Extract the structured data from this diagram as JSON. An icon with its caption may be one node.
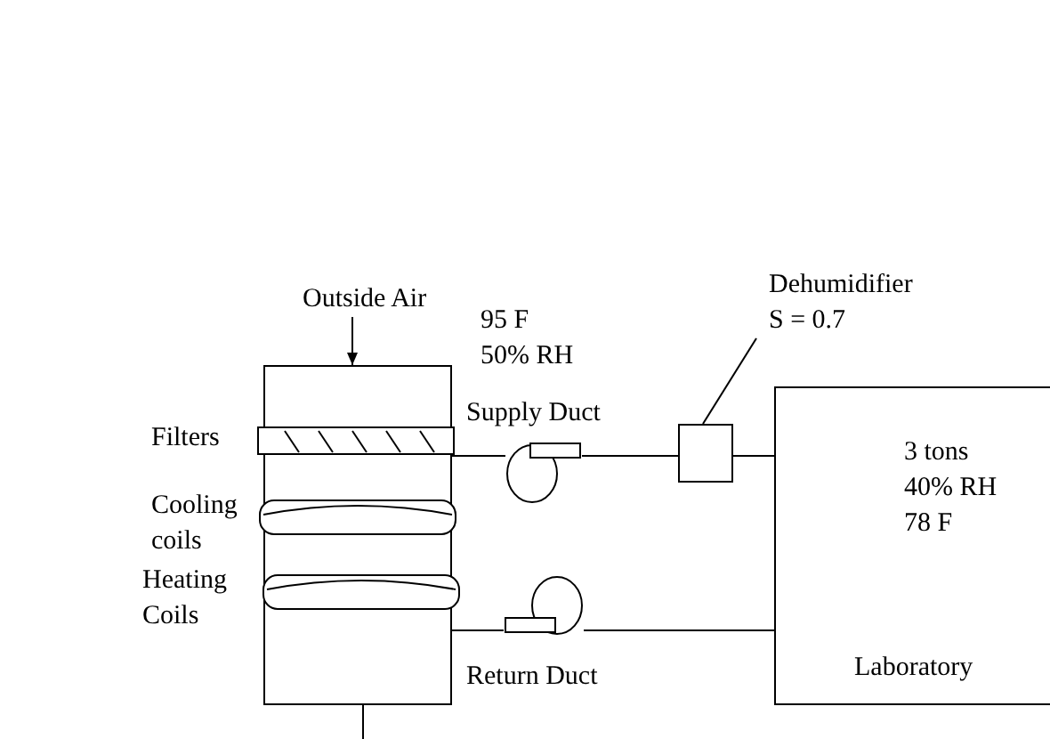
{
  "diagram": {
    "nodes": [
      {
        "text": [],
        "shape": "box"
      },
      {
        "text": [
          "Outside Air"
        ]
      },
      {
        "text": [],
        "shape": "circle"
      },
      {
        "text": [
          "Dehumidifier S = 0.7"
        ]
      },
      {
        "text": [],
        "shape": "box"
      },
      {
        "text": [
          "3 tons 40% RH 78 F",
          "Laboratory"
        ]
      },
      {
        "text": [],
        "shape": "circle"
      }
    ],
    "edges": [
      {
        "from": 1,
        "to": 0,
        "arrow": "to"
      },
      {
        "from": 0,
        "to": 2,
        "arrow": "none"
      },
      {
        "from": 2,
        "to": 4,
        "arrow": "none"
      },
      {
        "from": 4,
        "to": 5,
        "arrow": "none"
      },
      {
        "from": 5,
        "to": 6,
        "arrow": "none"
      },
      {
        "from": 6,
        "to": 0,
        "arrow": "none"
      },
      {
        "from": 0,
        "to": null,
        "arrow": "none"
      },
      {
        "from": 3,
        "to": 4,
        "arrow": "none"
      }
    ],
    "labels": [
      "95 F 50% RH",
      "Supply Duct",
      "Filters",
      "Cooling coils",
      "Heating Coils",
      "Return Duct"
    ]
  }
}
